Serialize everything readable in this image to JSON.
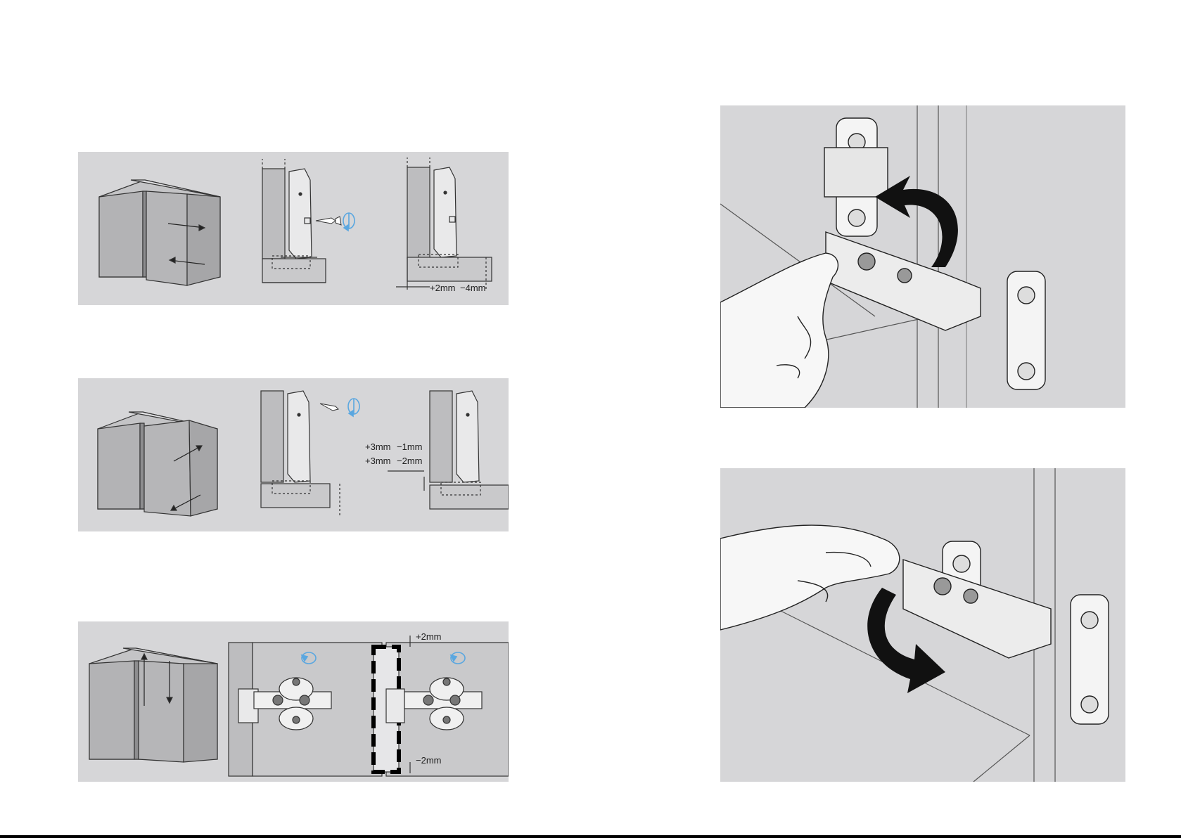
{
  "panels": {
    "side_adjustment": {
      "labels": [
        "+2mm",
        "−4mm"
      ]
    },
    "depth_adjustment": {
      "labels": [
        "+3mm",
        "−1mm",
        "+3mm",
        "−2mm"
      ]
    },
    "height_adjustment": {
      "labels": [
        "+2mm",
        "−2mm"
      ]
    }
  },
  "colors": {
    "panel_bg": "#d6d6d8",
    "accent_blue": "#5aa7e0",
    "line": "#222222",
    "door_fill": "#b3b3b5"
  }
}
